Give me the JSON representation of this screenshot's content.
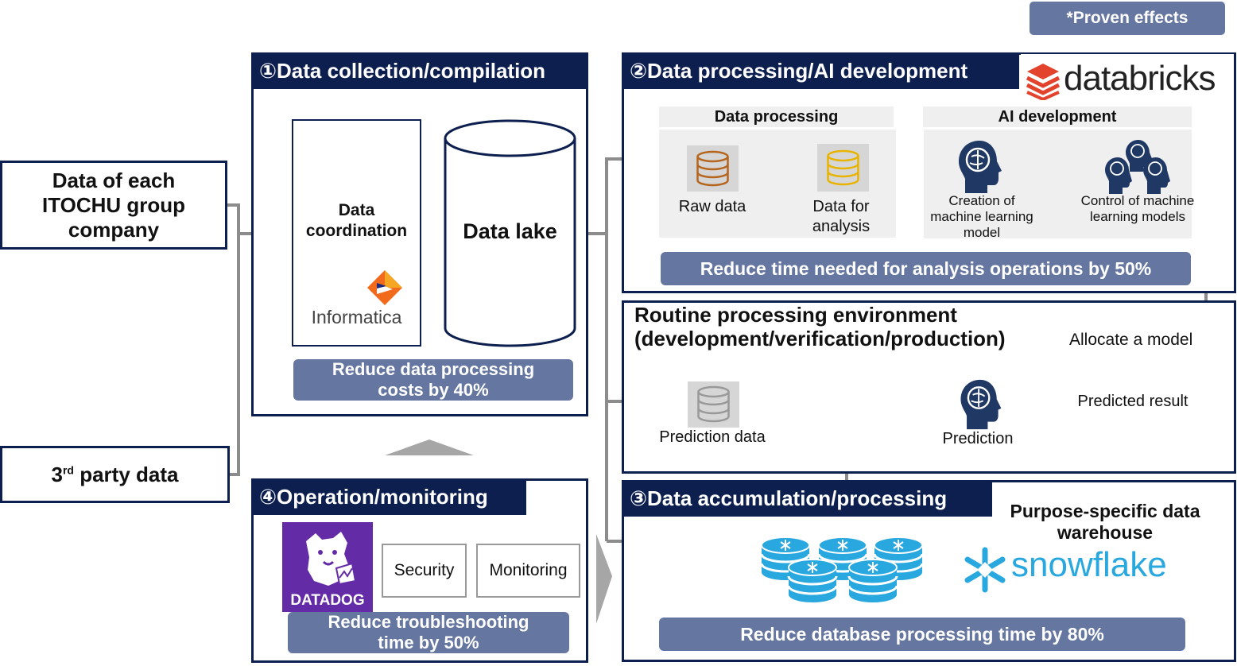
{
  "proven_effects_label": "*Proven effects",
  "sources": {
    "group_company": "Data of each ITOCHU group company",
    "third_party": "3",
    "third_party_sup": "rd",
    "third_party_rest": " party data"
  },
  "section1": {
    "title": "①Data collection/compilation",
    "coordination": "Data coordination",
    "informatica_logo": "Informatica",
    "data_lake": "Data lake",
    "effect": "Reduce data processing costs by 40%"
  },
  "section2": {
    "title": "②Data processing/AI development",
    "databricks_logo": "databricks",
    "data_processing_head": "Data processing",
    "ai_development_head": "AI development",
    "raw_data": "Raw data",
    "data_for_analysis": "Data for analysis",
    "creation_model": "Creation of machine learning model",
    "control_models": "Control of machine learning models",
    "effect": "Reduce time needed for analysis operations by 50%"
  },
  "routine": {
    "title_line1": "Routine processing environment",
    "title_line2": "(development/verification/production)",
    "allocate": "Allocate a model",
    "prediction_data": "Prediction data",
    "prediction": "Prediction",
    "predicted_result": "Predicted result"
  },
  "section3": {
    "title": "③Data accumulation/processing",
    "warehouse_label": "Purpose-specific data warehouse",
    "snowflake_logo": "snowflake",
    "effect": "Reduce database processing time by 80%"
  },
  "section4": {
    "title": "④Operation/monitoring",
    "datadog_logo": "DATADOG",
    "security": "Security",
    "monitoring": "Monitoring",
    "effect": "Reduce troubleshooting time by 50%"
  },
  "colors": {
    "navy": "#0d1f4f",
    "pill": "#6576a0",
    "arrow": "#8c8c8c",
    "snowflake_blue": "#29a8e0",
    "db_orange": "#b5651d",
    "db_yellow": "#e8b400",
    "datadog_purple": "#632ca6",
    "databricks_red": "#e3432c"
  }
}
